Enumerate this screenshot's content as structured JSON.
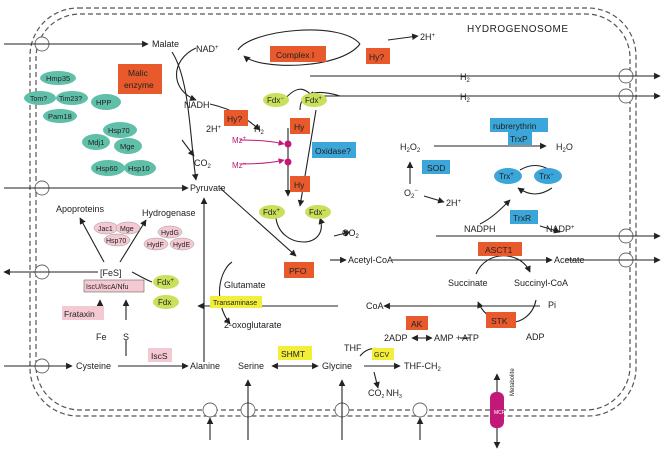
{
  "title": "HYDROGENOSOME",
  "colors": {
    "orange": "#e8592b",
    "teal": "#5fbfa8",
    "blue": "#3ba6d9",
    "yellow": "#f2ee3a",
    "green": "#c9e05a",
    "pink": "#f5c9d3",
    "magenta": "#c2187a",
    "membrane": "#555555"
  },
  "enzymes": {
    "malic_enzyme_1": "Malic",
    "malic_enzyme_2": "enzyme",
    "complex_i": "Complex I",
    "hy_q1": "Hy?",
    "hy_q2": "Hy?",
    "hy_1": "Hy",
    "hy_2": "Hy",
    "pfo": "PFO",
    "asct1": "ASCT1",
    "stk": "STK",
    "ak": "AK",
    "oxidase": "Oxidase?",
    "rubrerythrin": "rubrerythrin",
    "trxp": "TrxP",
    "trxr": "TrxR",
    "sod": "SOD",
    "transaminase": "Transaminase",
    "shmt": "SHMT",
    "gcv": "GCV",
    "iscs": "IscS",
    "frataxin": "Frataxin",
    "isc_machinery": "IscU/IscA/Nfu"
  },
  "chaperones": {
    "hmp35": "Hmp35",
    "tom": "Tom?",
    "tim23": "Tim23?",
    "pam18": "Pam18",
    "hpp": "HPP",
    "hsp70": "Hsp70",
    "mdj1": "Mdj1",
    "mge": "Mge",
    "hsp60": "Hsp60",
    "hsp10": "Hsp10"
  },
  "fes_assembly": {
    "jac1": "Jac1",
    "mge": "Mge",
    "hsp70": "Hsp70",
    "hydg": "HydG",
    "hydf": "HydF",
    "hyde": "HydE"
  },
  "carriers": {
    "fdx_minus": "Fdx",
    "fdx_plus": "Fdx",
    "trx_plus": "Trx",
    "trx_minus": "Trx",
    "sup_minus": "−",
    "sup_plus": "+"
  },
  "metabolites": {
    "malate": "Malate",
    "nad": "NAD",
    "nadh": "NADH",
    "co2": "CO",
    "pyruvate": "Pyruvate",
    "acetyl_coa": "Acetyl-CoA",
    "acetate": "Acetate",
    "succinate": "Succinate",
    "succinyl_coa": "Succinyl-CoA",
    "coa": "CoA",
    "pi": "Pi",
    "adp": "ADP",
    "two_adp": "2ADP",
    "amp": "AMP +",
    "atp": "ATP",
    "h2": "H",
    "two_h": "2H",
    "h2o2": "H",
    "h2o": "H",
    "o2_minus": "O",
    "nadph": "NADPH",
    "nadp": "NADP",
    "mz": "Mz",
    "glutamate": "Glutamate",
    "oxoglutarate": "2-oxoglutarate",
    "apoproteins": "Apoproteins",
    "hydrogenase": "Hydrogenase",
    "fes": "[FeS]",
    "fe": "Fe",
    "s": "S",
    "cysteine": "Cysteine",
    "alanine": "Alanine",
    "serine": "Serine",
    "glycine": "Glycine",
    "thf": "THF",
    "thf_ch2": "THF-CH",
    "nh3": "NH",
    "sub_2": "2",
    "sub_3": "3",
    "sup_plus": "+",
    "sup_minus": "−"
  },
  "transporter": {
    "name": "MCF",
    "label": "Metabolite"
  }
}
